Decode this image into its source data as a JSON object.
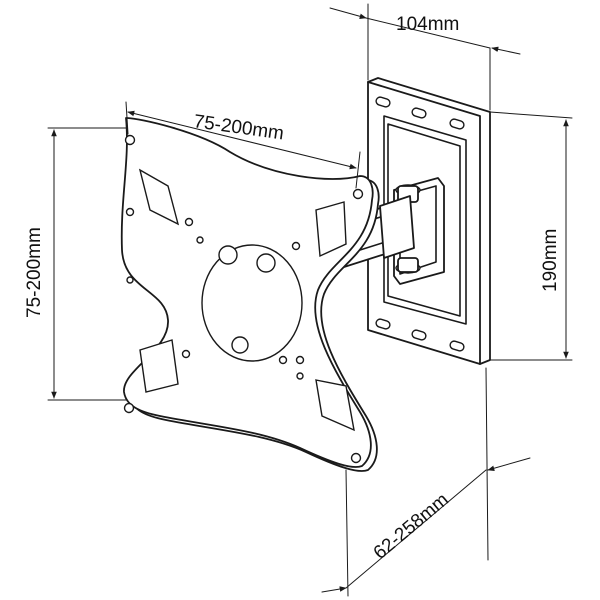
{
  "dimensions": {
    "top_width": "104mm",
    "vesa_horizontal": "75-200mm",
    "vesa_vertical": "75-200mm",
    "wall_plate_height": "190mm",
    "extension_depth": "62-258mm"
  },
  "colors": {
    "line": "#1a1a1a",
    "background": "#ffffff"
  }
}
